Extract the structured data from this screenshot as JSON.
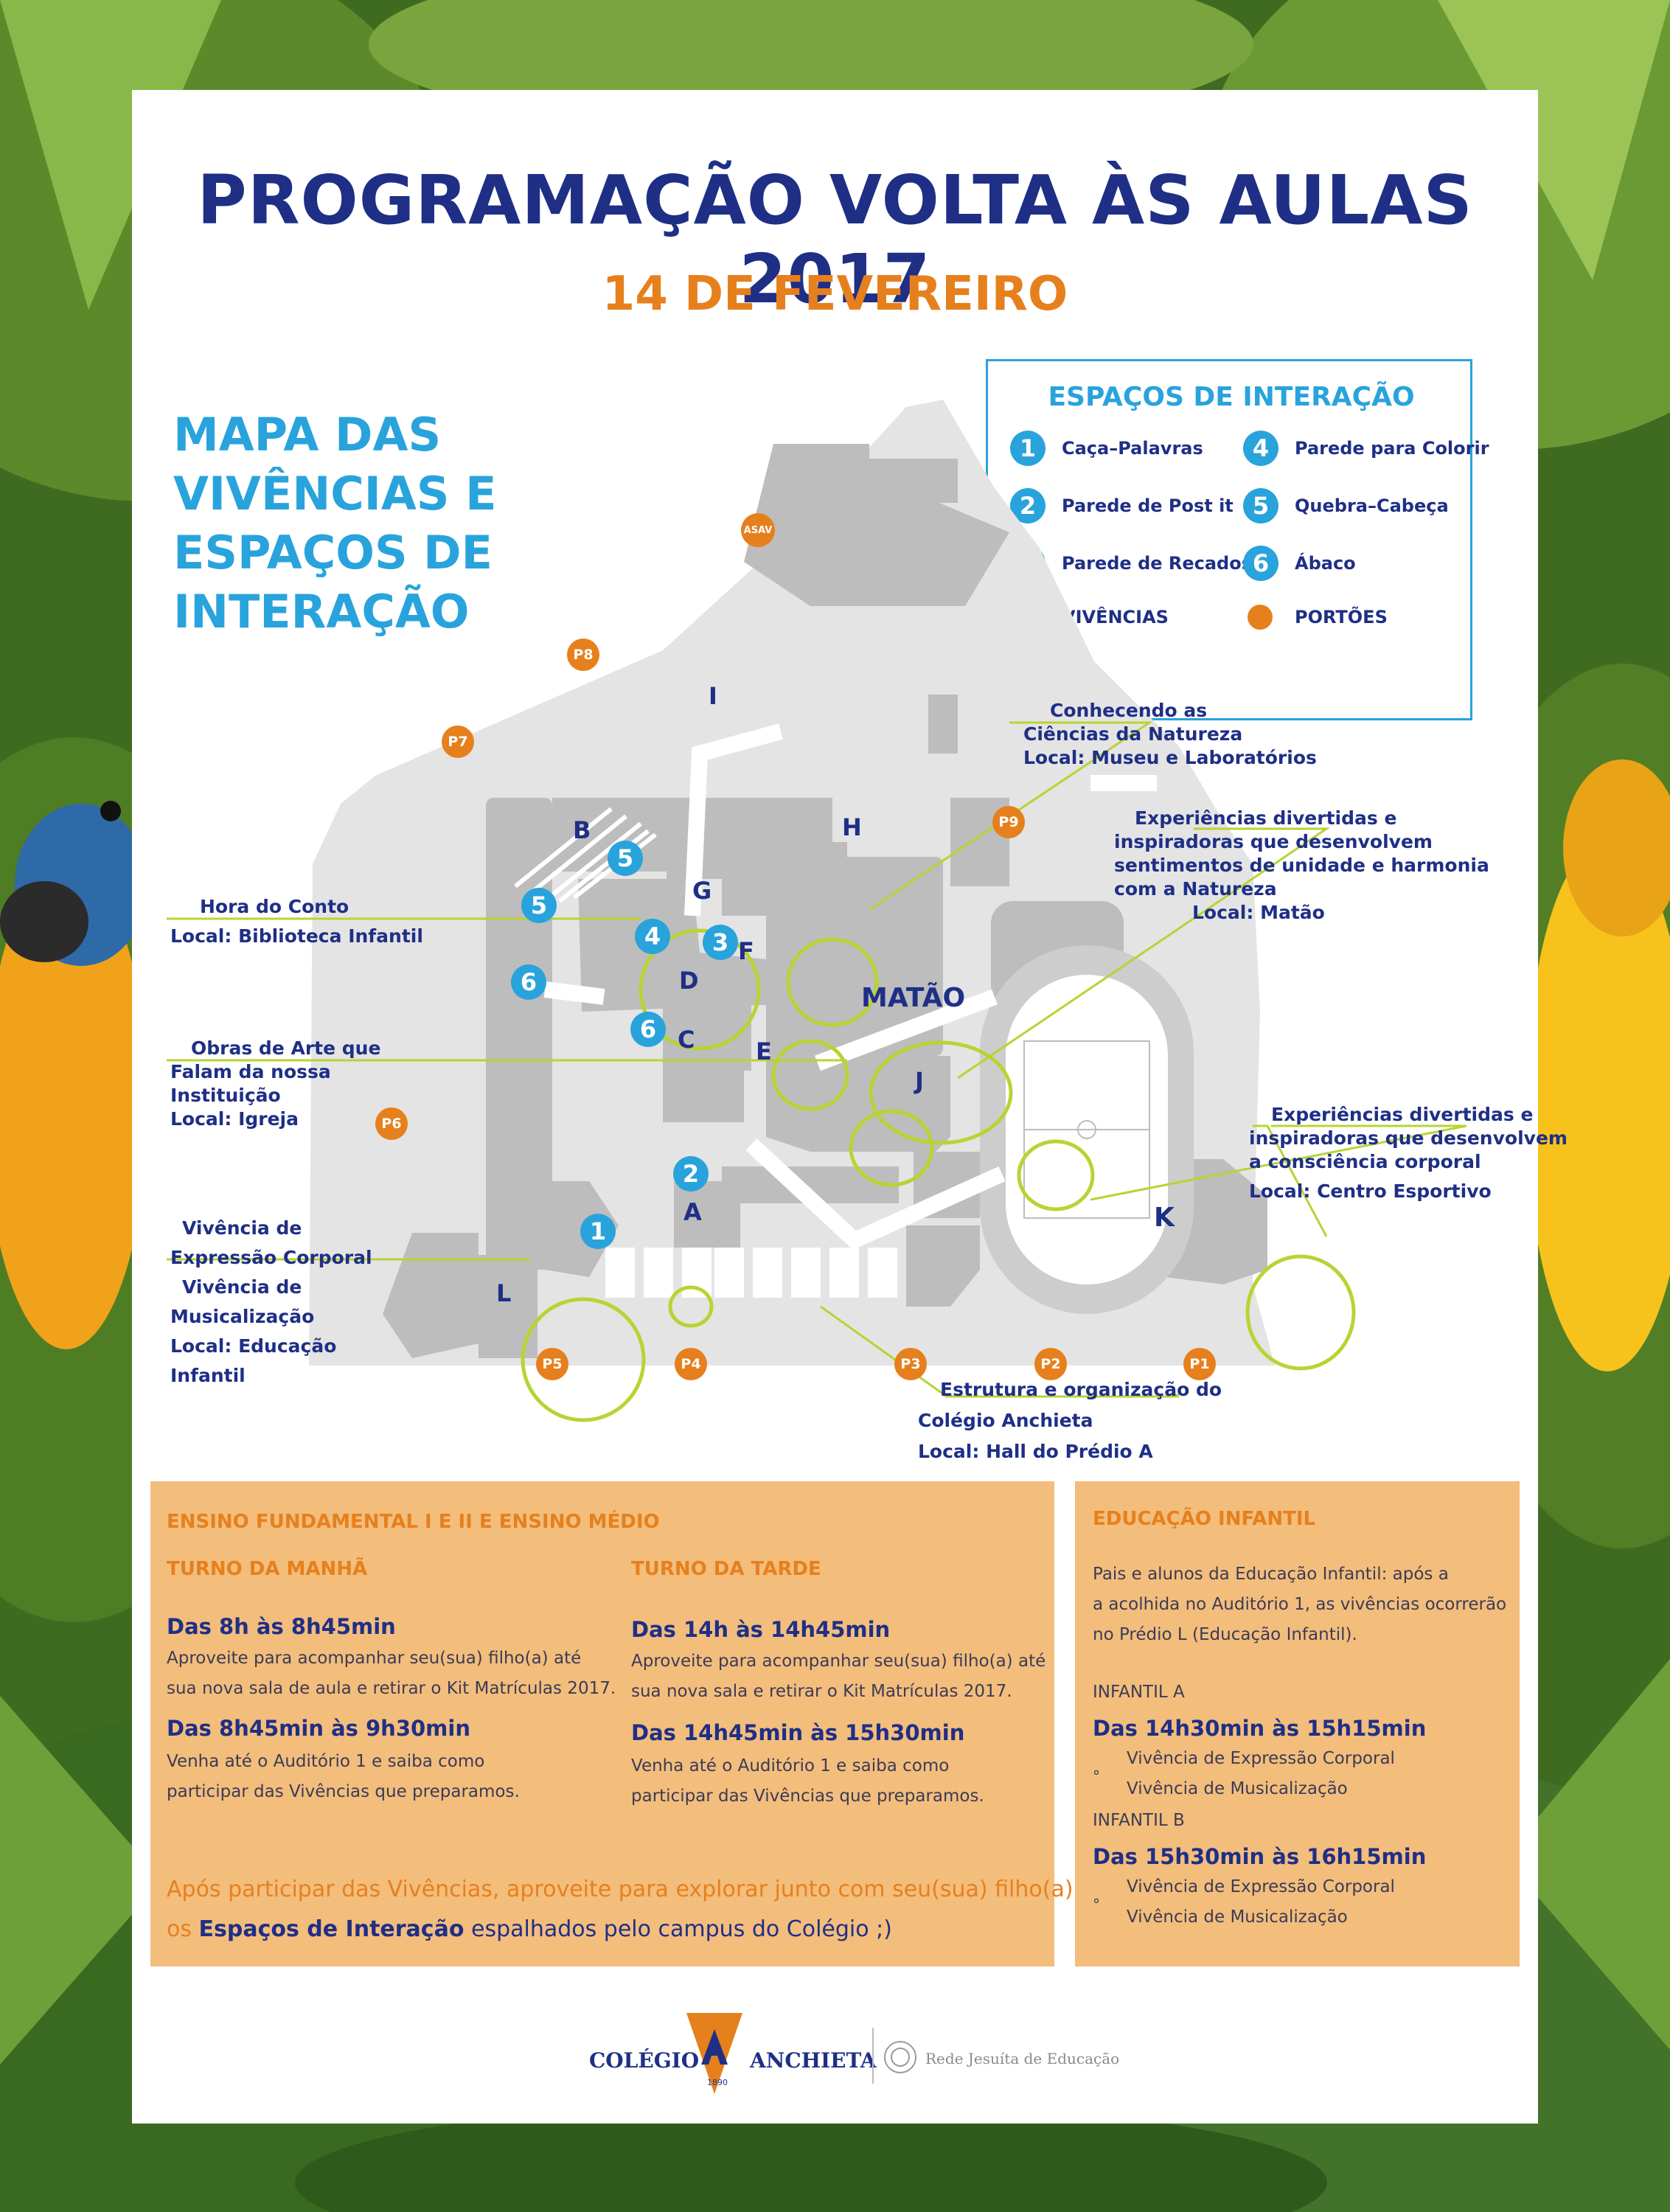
{
  "header": {
    "title": "PROGRAMAÇÃO VOLTA ÀS AULAS 2017",
    "date": "14 DE FEVEREIRO"
  },
  "map_title": [
    "MAPA DAS",
    "VIVÊNCIAS E",
    "ESPAÇOS DE",
    "INTERAÇÃO"
  ],
  "legend": {
    "title": "ESPAÇOS DE INTERAÇÃO",
    "items": [
      {
        "num": "1",
        "label": "Caça–Palavras"
      },
      {
        "num": "2",
        "label": "Parede de Post it"
      },
      {
        "num": "3",
        "label": "Parede de Recados"
      },
      {
        "num": "4",
        "label": "Parede para Colorir"
      },
      {
        "num": "5",
        "label": "Quebra–Cabeça"
      },
      {
        "num": "6",
        "label": "Ábaco"
      }
    ],
    "vivencias": "VIVÊNCIAS",
    "portoes": "PORTÕES",
    "colors": {
      "number": "#29a3dc",
      "vivencias": "#b7d433",
      "portoes": "#e6801d"
    }
  },
  "map": {
    "buildings": [
      "I",
      "B",
      "G",
      "H",
      "D",
      "F",
      "C",
      "E",
      "MATÃO",
      "J",
      "A",
      "K",
      "L"
    ],
    "gates": [
      "ASAV",
      "P8",
      "P7",
      "P9",
      "P6",
      "P5",
      "P4",
      "P3",
      "P2",
      "P1"
    ],
    "markers": [
      "5",
      "5",
      "4",
      "3",
      "6",
      "6",
      "2",
      "1"
    ],
    "callouts": {
      "ciencias": [
        "Conhecendo as",
        "Ciências da Natureza",
        "Local: Museu e Laboratórios"
      ],
      "matao": [
        "Experiências divertidas e",
        "inspiradoras que desenvolvem",
        "sentimentos de unidade e harmonia",
        "com a Natureza",
        "Local: Matão"
      ],
      "conto": [
        "Hora do Conto",
        "Local: Biblioteca Infantil"
      ],
      "arte": [
        "Obras de Arte que",
        "Falam da nossa",
        "Instituição",
        "Local: Igreja"
      ],
      "corporal": [
        "Experiências divertidas e",
        "inspiradoras que desenvolvem",
        "a consciência corporal",
        "Local: Centro Esportivo"
      ],
      "infantil": [
        "Vivência de",
        "Expressão Corporal",
        "Vivência de",
        "Musicalização",
        "Local: Educação",
        "Infantil"
      ],
      "estrutura": [
        "Estrutura e organização do",
        "Colégio Anchieta",
        "Local: Hall do Prédio A"
      ]
    }
  },
  "fundamental": {
    "heading": "ENSINO FUNDAMENTAL I E II E ENSINO MÉDIO",
    "manha": {
      "title": "TURNO DA MANHÃ",
      "slot1_time": "Das 8h às 8h45min",
      "slot1_text": [
        "Aproveite para acompanhar seu(sua) filho(a) até",
        "sua nova sala de aula e retirar o Kit Matrículas 2017."
      ],
      "slot2_time": "Das 8h45min às 9h30min",
      "slot2_text": [
        "Venha até o Auditório 1 e saiba como",
        "participar das Vivências que preparamos."
      ]
    },
    "tarde": {
      "title": "TURNO DA TARDE",
      "slot1_time": "Das 14h às 14h45min",
      "slot1_text": [
        "Aproveite para acompanhar seu(sua) filho(a) até",
        "sua nova sala e retirar o Kit Matrículas 2017."
      ],
      "slot2_time": "Das 14h45min às 15h30min",
      "slot2_text": [
        "Venha até o Auditório 1 e saiba como",
        "participar das Vivências que preparamos."
      ]
    },
    "footer_line1": "Após participar das Vivências, aproveite para explorar junto com seu(sua) filho(a)",
    "footer_os": "os",
    "footer_bold": "Espaços de Interação",
    "footer_rest": "espalhados pelo campus do Colégio ;)"
  },
  "infantil": {
    "heading": "EDUCAÇÃO INFANTIL",
    "intro": [
      "Pais e alunos da Educação Infantil: após a",
      "a acolhida no Auditório 1, as vivências ocorrerão",
      "no Prédio L (Educação Infantil)."
    ],
    "a_label": "INFANTIL A",
    "a_time": "Das 14h30min às 15h15min",
    "a_items": [
      "Vivência de Expressão Corporal",
      "Vivência de Musicalização"
    ],
    "b_label": "INFANTIL B",
    "b_time": "Das 15h30min às 16h15min",
    "b_items": [
      "Vivência de Expressão Corporal",
      "Vivência de Musicalização"
    ]
  },
  "footer": {
    "colegio": "COLÉGIO",
    "anchieta": "ANCHIETA",
    "year": "1890",
    "rede": "Rede Jesuíta de Educação"
  }
}
